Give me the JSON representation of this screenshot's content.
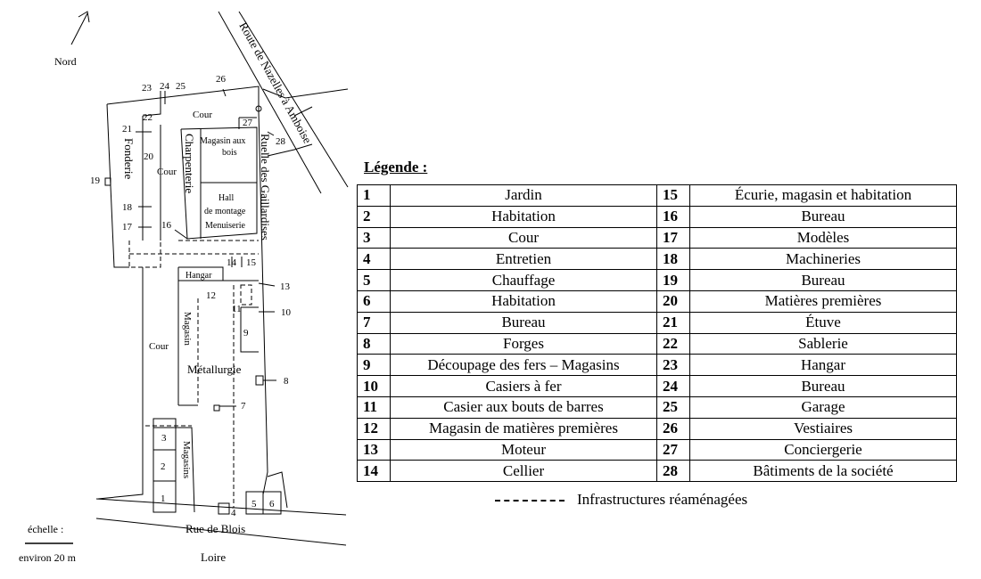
{
  "map": {
    "north_label": "Nord",
    "scale_label": "échelle :",
    "scale_value": "environ 20 m",
    "road_label": "Route de Nazelles à Amboise",
    "lane_label": "Ruelle des Gaillardises",
    "street_label": "Rue de Blois",
    "river_label": "Loire",
    "area_labels": {
      "cour_top": "Cour",
      "cour_mid": "Cour",
      "cour_left": "Cour",
      "fonderie": "Fonderie",
      "charpenterie": "Charpenterie",
      "magasin_bois_1": "Magasin aux",
      "magasin_bois_2": "bois",
      "hall_1": "Hall",
      "hall_2": "de montage",
      "hall_3": "Menuiserie",
      "hangar": "Hangar",
      "magasin": "Magasin",
      "metallurgie": "Métallurgie",
      "magasins": "Magasins"
    },
    "numbers": {
      "n1": "1",
      "n2": "2",
      "n3": "3",
      "n4": "4",
      "n5": "5",
      "n6": "6",
      "n7": "7",
      "n8": "8",
      "n9": "9",
      "n10": "10",
      "n11": "11",
      "n12": "12",
      "n13": "13",
      "n14": "14",
      "n15": "15",
      "n16": "16",
      "n17": "17",
      "n18": "18",
      "n19": "19",
      "n20": "20",
      "n21": "21",
      "n22": "22",
      "n23": "23",
      "n24": "24",
      "n25": "25",
      "n26": "26",
      "n27": "27",
      "n28": "28"
    }
  },
  "legend": {
    "title": "Légende :",
    "rows": [
      {
        "n1": "1",
        "l1": "Jardin",
        "n2": "15",
        "l2": "Écurie, magasin et habitation"
      },
      {
        "n1": "2",
        "l1": "Habitation",
        "n2": "16",
        "l2": "Bureau"
      },
      {
        "n1": "3",
        "l1": "Cour",
        "n2": "17",
        "l2": "Modèles"
      },
      {
        "n1": "4",
        "l1": "Entretien",
        "n2": "18",
        "l2": "Machineries"
      },
      {
        "n1": "5",
        "l1": "Chauffage",
        "n2": "19",
        "l2": "Bureau"
      },
      {
        "n1": "6",
        "l1": "Habitation",
        "n2": "20",
        "l2": "Matières premières"
      },
      {
        "n1": "7",
        "l1": "Bureau",
        "n2": "21",
        "l2": "Étuve"
      },
      {
        "n1": "8",
        "l1": "Forges",
        "n2": "22",
        "l2": "Sablerie"
      },
      {
        "n1": "9",
        "l1": "Découpage des fers – Magasins",
        "n2": "23",
        "l2": "Hangar"
      },
      {
        "n1": "10",
        "l1": "Casiers à fer",
        "n2": "24",
        "l2": "Bureau"
      },
      {
        "n1": "11",
        "l1": "Casier aux bouts de barres",
        "n2": "25",
        "l2": "Garage"
      },
      {
        "n1": "12",
        "l1": "Magasin de matières premières",
        "n2": "26",
        "l2": "Vestiaires"
      },
      {
        "n1": "13",
        "l1": "Moteur",
        "n2": "27",
        "l2": "Conciergerie"
      },
      {
        "n1": "14",
        "l1": "Cellier",
        "n2": "28",
        "l2": "Bâtiments de la société"
      }
    ],
    "dashed_label": "Infrastructures réaménagées"
  }
}
